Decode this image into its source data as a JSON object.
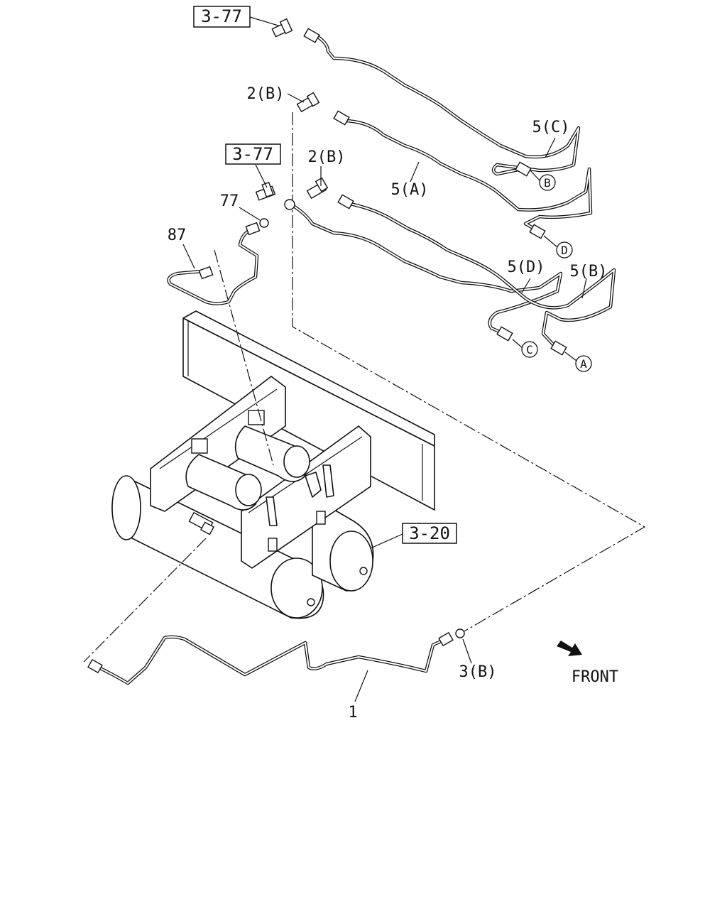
{
  "references": {
    "ref_top": "3-77",
    "ref_mid": "3-77",
    "ref_tank": "3-20"
  },
  "parts": {
    "p2b_top": "2(B)",
    "p2b_mid": "2(B)",
    "p5a": "5(A)",
    "p5b": "5(B)",
    "p5c": "5(C)",
    "p5d": "5(D)",
    "p77": "77",
    "p87": "87",
    "p3b": "3(B)",
    "p1": "1"
  },
  "connectors": {
    "a": "A",
    "b": "B",
    "c": "C",
    "d": "D"
  },
  "direction": {
    "label": "FRONT"
  }
}
